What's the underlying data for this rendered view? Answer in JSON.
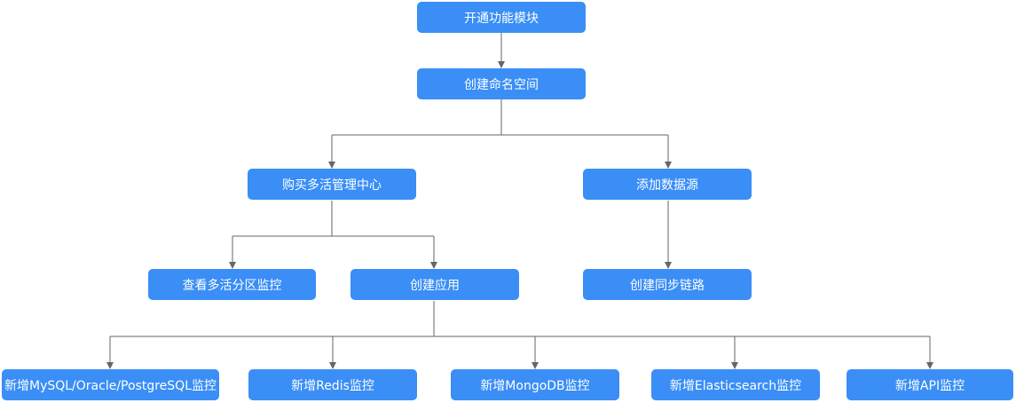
{
  "nodes": {
    "enable_module": "开通功能模块",
    "create_namespace": "创建命名空间",
    "buy_center": "购买多活管理中心",
    "add_datasource": "添加数据源",
    "view_zone_monitor": "查看多活分区监控",
    "create_app": "创建应用",
    "create_sync_link": "创建同步链路",
    "add_sql_monitor": "新增MySQL/Oracle/PostgreSQL监控",
    "add_redis_monitor": "新增Redis监控",
    "add_mongodb_monitor": "新增MongoDB监控",
    "add_es_monitor": "新增Elasticsearch监控",
    "add_api_monitor": "新增API监控"
  },
  "colors": {
    "node_fill": "#3a8ef6",
    "node_text": "#ffffff",
    "connector": "#666666"
  }
}
